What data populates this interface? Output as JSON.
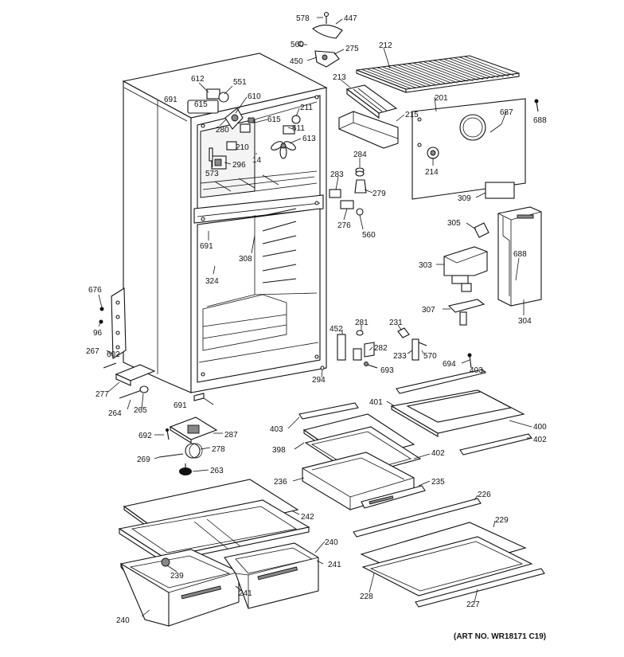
{
  "art_number": "(ART NO. WR18171 C19)",
  "labels": {
    "p578": "578",
    "p447": "447",
    "p560a": "560",
    "p275": "275",
    "p450": "450",
    "p212": "212",
    "p213": "213",
    "p612": "612",
    "p551": "551",
    "p691a": "691",
    "p615a": "615",
    "p610": "610",
    "p211": "211",
    "p615b": "615",
    "p611": "611",
    "p280": "280",
    "p613": "613",
    "p210": "210",
    "p296": "296",
    "p14": "14",
    "p573": "573",
    "p215": "215",
    "p201": "201",
    "p687": "687",
    "p688a": "688",
    "p284": "284",
    "p283": "283",
    "p279": "279",
    "p214": "214",
    "p309": "309",
    "p276": "276",
    "p560b": "560",
    "p305": "305",
    "p691b": "691",
    "p308": "308",
    "p303": "303",
    "p688b": "688",
    "p324": "324",
    "p676": "676",
    "p307": "307",
    "p304": "304",
    "p96": "96",
    "p452": "452",
    "p281": "281",
    "p231": "231",
    "p267": "267",
    "p602": "602",
    "p282": "282",
    "p233": "233",
    "p570": "570",
    "p694": "694",
    "p403a": "403",
    "p693": "693",
    "p294": "294",
    "p277": "277",
    "p691c": "691",
    "p264": "264",
    "p265": "265",
    "p401": "401",
    "p403b": "403",
    "p400": "400",
    "p402a": "402",
    "p692": "692",
    "p287": "287",
    "p398": "398",
    "p402b": "402",
    "p278": "278",
    "p269": "269",
    "p263": "263",
    "p236": "236",
    "p235": "235",
    "p226": "226",
    "p242": "242",
    "p229": "229",
    "p240a": "240",
    "p239": "239",
    "p241a": "241",
    "p241b": "241",
    "p228": "228",
    "p227": "227",
    "p240b": "240"
  }
}
